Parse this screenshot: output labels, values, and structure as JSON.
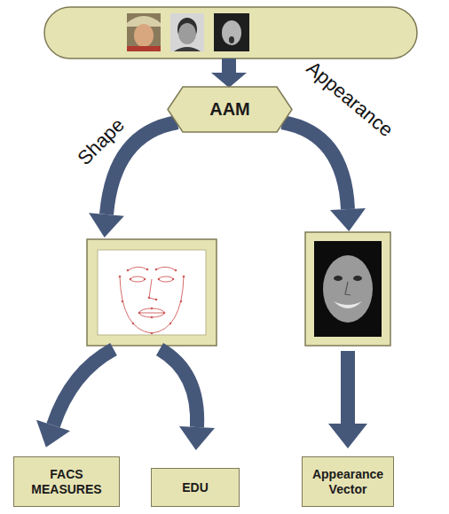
{
  "diagram": {
    "nodes": [
      {
        "text": [
          "AAM"
        ]
      },
      {
        "text": [
          "FACS MEASURES"
        ]
      },
      {
        "text": [
          "EDU"
        ]
      },
      {
        "text": [
          "Appearance Vector"
        ]
      }
    ],
    "labels": [
      "Shape",
      "Appearance"
    ]
  }
}
